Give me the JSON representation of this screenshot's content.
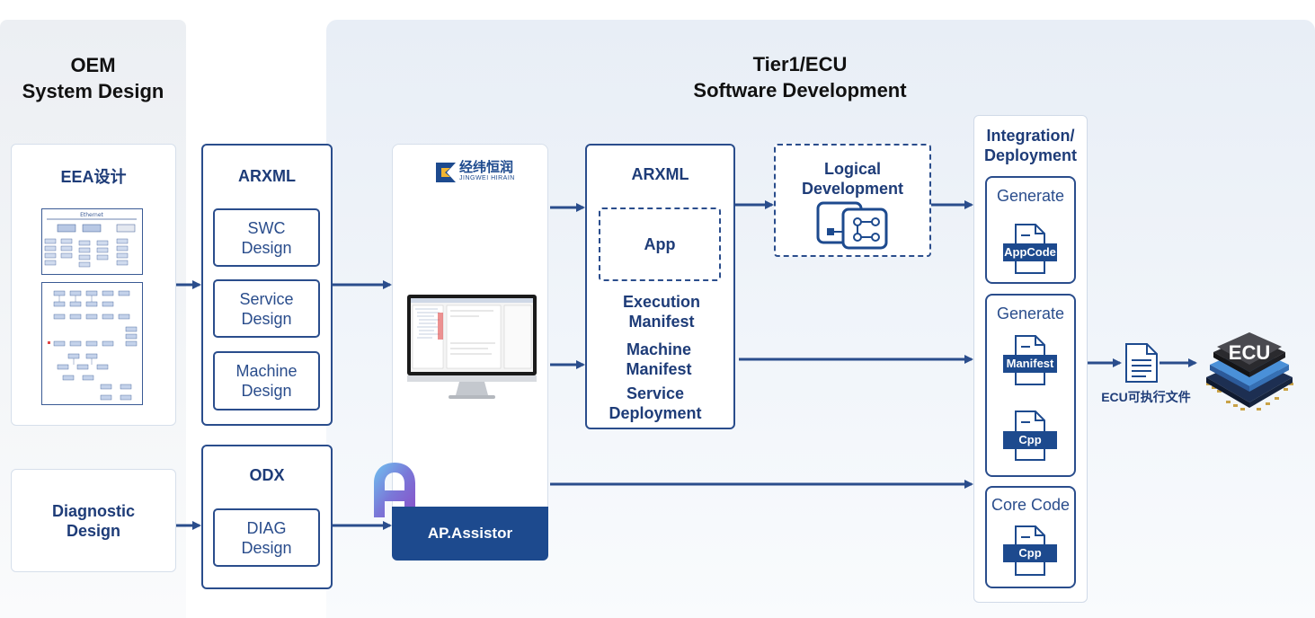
{
  "oem": {
    "title_line1": "OEM",
    "title_line2": "System Design"
  },
  "tier1": {
    "title_line1": "Tier1/ECU",
    "title_line2": "Software Development"
  },
  "eea": {
    "title": "EEA设计",
    "chart_header": "Ethernet"
  },
  "diagnostic": {
    "line1": "Diagnostic",
    "line2": "Design"
  },
  "arxml_left": {
    "title": "ARXML",
    "items": [
      {
        "line1": "SWC",
        "line2": "Design"
      },
      {
        "line1": "Service",
        "line2": "Design"
      },
      {
        "line1": "Machine",
        "line2": "Design"
      }
    ]
  },
  "odx": {
    "title": "ODX",
    "item": {
      "line1": "DIAG",
      "line2": "Design"
    }
  },
  "tool": {
    "logo_cn": "经纬恒润",
    "logo_en": "JINGWEI HIRAIN",
    "name": "AP.Assistor",
    "logo_letter": "A"
  },
  "arxml_right": {
    "title": "ARXML",
    "app": "App",
    "exec": {
      "line1": "Execution",
      "line2": "Manifest"
    },
    "machine": {
      "line1": "Machine",
      "line2": "Manifest"
    },
    "service": {
      "line1": "Service",
      "line2": "Deployment"
    }
  },
  "logical": {
    "line1": "Logical",
    "line2": "Development"
  },
  "integration": {
    "title_line1": "Integration/",
    "title_line2": "Deployment",
    "box1": {
      "label": "Generate",
      "file1": "AppCode"
    },
    "box2": {
      "label": "Generate",
      "file1": "Manifest",
      "file2": "Cpp"
    },
    "box3": {
      "label": "Core Code",
      "file1": "Cpp"
    }
  },
  "output": {
    "file_label": "ECU可执行文件",
    "chip_label": "ECU"
  },
  "colors": {
    "primary": "#1d4a8e",
    "arrow": "#2a4d8c",
    "text": "#1e3c78"
  }
}
